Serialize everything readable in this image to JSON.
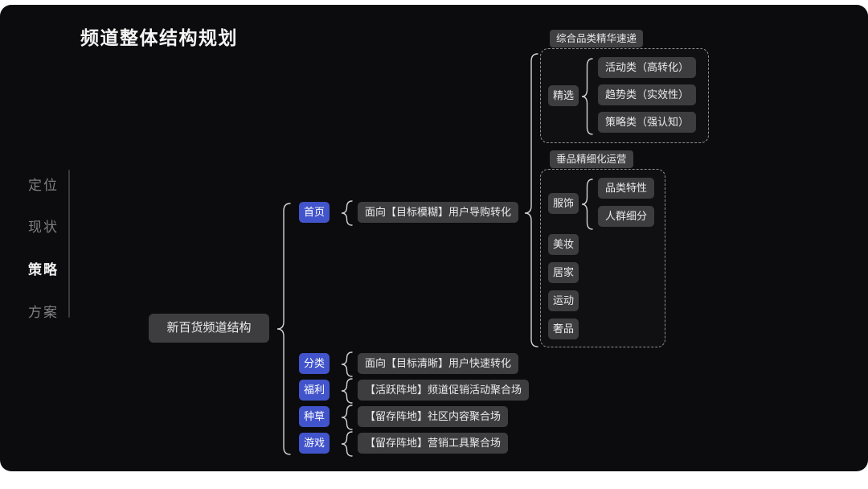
{
  "title": "频道整体结构规划",
  "sidebar": {
    "items": [
      {
        "label": "定位",
        "active": false
      },
      {
        "label": "现状",
        "active": false
      },
      {
        "label": "策略",
        "active": true
      },
      {
        "label": "方案",
        "active": false
      }
    ]
  },
  "mindmap": {
    "root": "新百货频道结构",
    "branches": [
      {
        "label": "首页",
        "desc": "面向【目标模糊】用户导购转化"
      },
      {
        "label": "分类",
        "desc": "面向【目标清晰】用户快速转化"
      },
      {
        "label": "福利",
        "desc": "【活跃阵地】频道促销活动聚合场"
      },
      {
        "label": "种草",
        "desc": "【留存阵地】社区内容聚合场"
      },
      {
        "label": "游戏",
        "desc": "【留存阵地】营销工具聚合场"
      }
    ],
    "groups": [
      {
        "tag": "综合品类精华速递",
        "node": "精选",
        "items": [
          "活动类（高转化）",
          "趋势类（实效性）",
          "策略类（强认知）"
        ]
      },
      {
        "tag": "垂品精细化运营",
        "node": "服饰",
        "items": [
          "品类特性",
          "人群细分"
        ],
        "siblings": [
          "美妆",
          "居家",
          "运动",
          "奢品"
        ]
      }
    ]
  },
  "colors": {
    "slide-bg": "#0c0c0e",
    "accent-blue": "#4254cb",
    "node-bg": "#3d3d40",
    "node-text": "#eaeaea",
    "brace": "#d2d2d2",
    "dashed-border": "#8f8f8f",
    "sidebar-inactive": "#7f7f82",
    "sidebar-active": "#f2f2f2",
    "title-color": "#f5f5f5"
  }
}
